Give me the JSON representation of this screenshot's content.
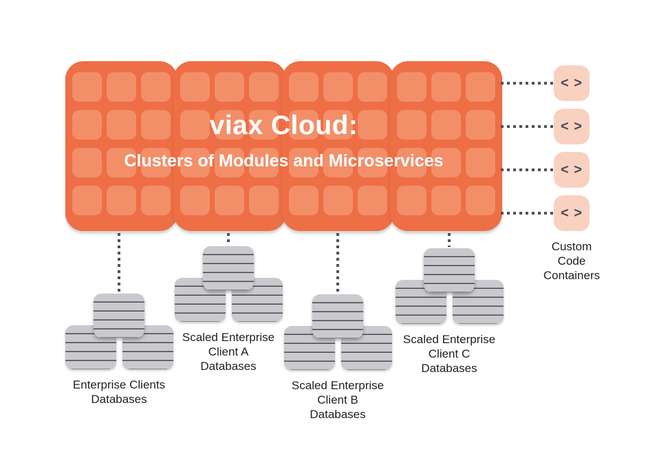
{
  "cloud": {
    "title": "viax Cloud:",
    "subtitle": "Clusters of Modules and Microservices",
    "block_count": 4,
    "modules_per_block": {
      "rows": 4,
      "cols": 3
    },
    "colors": {
      "block": "#EE6E45",
      "module": "#F28F69",
      "text": "#FFFFFF"
    }
  },
  "custom_code": {
    "label": "Custom\nCode\nContainers",
    "glyph": "< >",
    "container_count": 4,
    "colors": {
      "box": "#F9D1C1",
      "glyph": "#4B4B54"
    }
  },
  "clusters": [
    {
      "label": "Enterprise Clients\nDatabases"
    },
    {
      "label": "Scaled Enterprise\nClient A\nDatabases"
    },
    {
      "label": "Scaled Enterprise\nClient B\nDatabases"
    },
    {
      "label": "Scaled Enterprise\nClient C\nDatabases"
    }
  ],
  "connector_color": "#50505A",
  "database_icon": {
    "body": "#C9C9CE",
    "line": "#47474D"
  }
}
